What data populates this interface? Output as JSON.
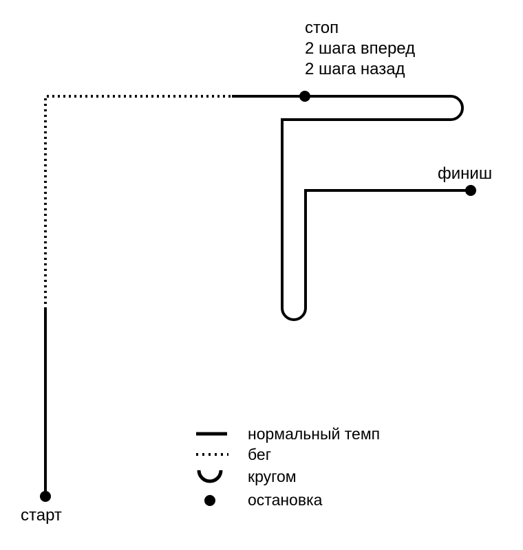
{
  "labels": {
    "start": "старт",
    "stop_lines": [
      "стоп",
      "2 шага вперед",
      "2 шага назад"
    ],
    "finish": "финиш"
  },
  "legend": [
    {
      "symbol": "solid-line",
      "label": "нормальный темп"
    },
    {
      "symbol": "dotted-line",
      "label": "бег"
    },
    {
      "symbol": "u-turn",
      "label": "кругом"
    },
    {
      "symbol": "dot",
      "label": "остановка"
    }
  ],
  "colors": {
    "line": "#000000",
    "background": "#ffffff"
  }
}
